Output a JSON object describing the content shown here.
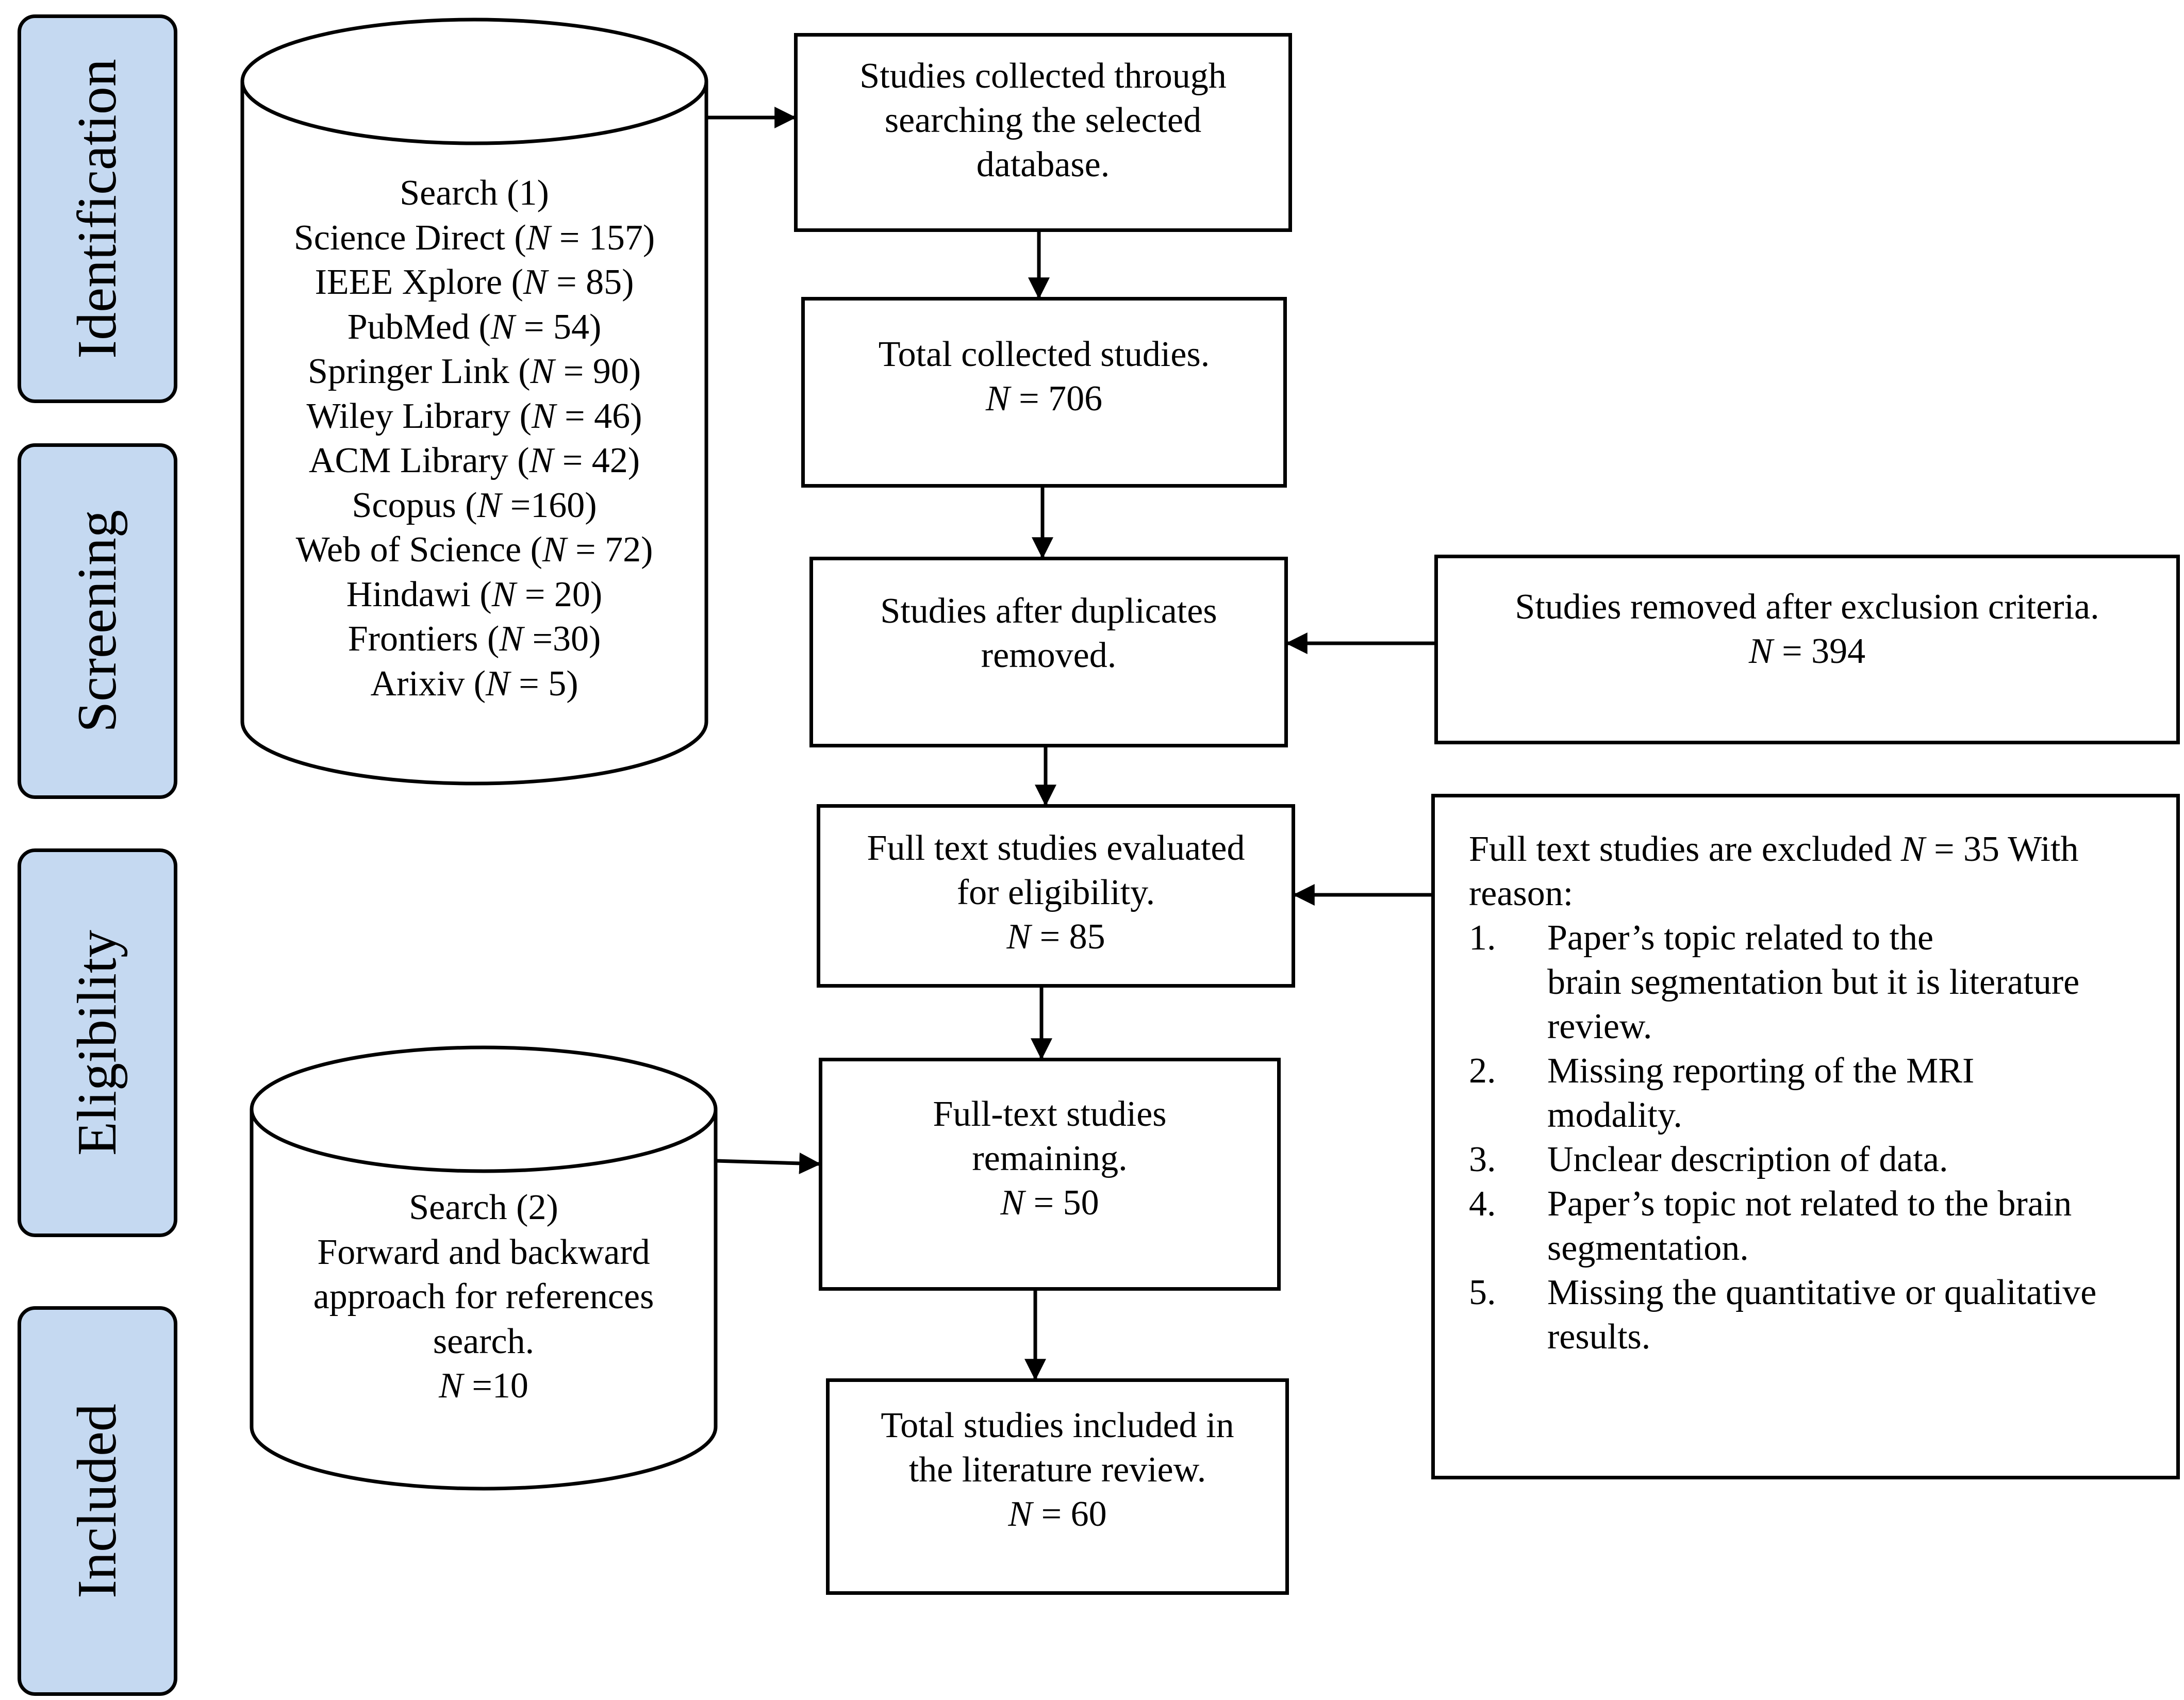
{
  "stages": [
    "Identification",
    "Screening",
    "Eligibility",
    "Included"
  ],
  "database_search_1": {
    "title": "Search (1)",
    "sources": [
      {
        "name": "Science Direct",
        "n": "157"
      },
      {
        "name": "IEEE Xplore",
        "n": "85"
      },
      {
        "name": "PubMed",
        "n": "54"
      },
      {
        "name": "Springer Link",
        "n": "90"
      },
      {
        "name": "Wiley Library",
        "n": "46"
      },
      {
        "name": "ACM Library",
        "n": "42"
      },
      {
        "name": "Scopus",
        "n": "160"
      },
      {
        "name": "Web of Science",
        "n": "72"
      },
      {
        "name": "Hindawi",
        "n": "20"
      },
      {
        "name": "Frontiers",
        "n": "30"
      },
      {
        "name": "Arixiv",
        "n": "5"
      }
    ]
  },
  "database_search_2": {
    "title": "Search (2)",
    "lines": [
      "Forward and backward",
      "approach for references",
      "search."
    ],
    "n_label": "N",
    "n_value": " =10"
  },
  "boxes": {
    "collected": {
      "lines": [
        "Studies collected through",
        "searching the selected",
        "database."
      ]
    },
    "total": {
      "lines": [
        "Total collected studies."
      ],
      "n_label": "N",
      "n_value": " = 706"
    },
    "dedup": {
      "lines": [
        "Studies after duplicates",
        "removed."
      ]
    },
    "removed": {
      "lines": [
        "Studies removed after exclusion criteria."
      ],
      "n_label": "N",
      "n_value": " = 394"
    },
    "fulltext": {
      "lines": [
        "Full text studies evaluated",
        "for eligibility."
      ],
      "n_label": "N",
      "n_value": " = 85"
    },
    "remaining": {
      "lines": [
        "Full-text studies",
        "remaining."
      ],
      "n_label": "N",
      "n_value": " = 50"
    },
    "included": {
      "lines": [
        "Total studies included in",
        "the literature review."
      ],
      "n_label": "N",
      "n_value": " = 60"
    }
  },
  "exclusions": {
    "intro_before": "Full text studies are excluded ",
    "n_label": "N",
    "intro_after": " = 35 With",
    "intro_line2": "reason:",
    "reasons": [
      {
        "num": "1.",
        "lines": [
          "Paper’s topic related to the",
          "brain segmentation but it is literature",
          "review."
        ]
      },
      {
        "num": "2.",
        "lines": [
          "Missing reporting of the MRI",
          "modality."
        ]
      },
      {
        "num": "3.",
        "lines": [
          "Unclear description of data."
        ]
      },
      {
        "num": "4.",
        "lines": [
          "Paper’s topic not related to the brain",
          "segmentation."
        ]
      },
      {
        "num": "5.",
        "lines": [
          "Missing the quantitative or qualitative",
          "results."
        ]
      }
    ]
  }
}
